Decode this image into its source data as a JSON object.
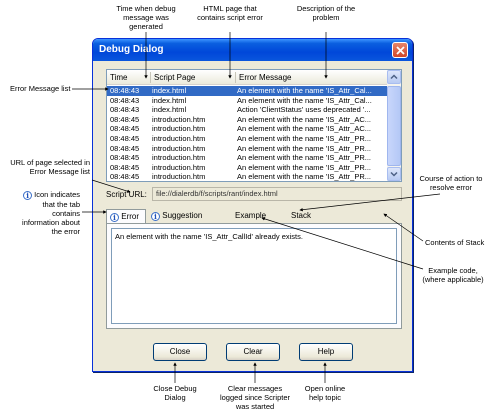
{
  "annotations": {
    "time": "Time when debug message was generated",
    "page": "HTML page that contains script error",
    "desc": "Description of the problem",
    "error_list": "Error Message list",
    "url": "URL of page selected in Error Message list",
    "icon": "Icon indicates that the tab contains information about the error",
    "course": "Course of action to resolve error",
    "stack": "Contents of Stack",
    "example": "Example code, (where applicable)",
    "close": "Close Debug Dialog",
    "clear": "Clear messages logged since Scripter was started",
    "help": "Open online help topic"
  },
  "dialog": {
    "title": "Debug Dialog",
    "columns": [
      "Time",
      "Script Page",
      "Error Message"
    ],
    "rows": [
      [
        "08:48:43",
        "index.html",
        "An element with the name 'IS_Attr_Cal..."
      ],
      [
        "08:48:43",
        "index.html",
        "An element with the name 'IS_Attr_Cal..."
      ],
      [
        "08:48:43",
        "index.html",
        "Action 'ClientStatus' uses deprecated '..."
      ],
      [
        "08:48:45",
        "introduction.htm",
        "An element with the name 'IS_Attr_AC..."
      ],
      [
        "08:48:45",
        "introduction.htm",
        "An element with the name 'IS_Attr_AC..."
      ],
      [
        "08:48:45",
        "introduction.htm",
        "An element with the name 'IS_Attr_PR..."
      ],
      [
        "08:48:45",
        "introduction.htm",
        "An element with the name 'IS_Attr_PR..."
      ],
      [
        "08:48:45",
        "introduction.htm",
        "An element with the name 'IS_Attr_PR..."
      ],
      [
        "08:48:45",
        "introduction.htm",
        "An element with the name 'IS_Attr_PR..."
      ],
      [
        "08:48:45",
        "introduction.htm",
        "An element with the name 'IS_Attr_PR..."
      ]
    ],
    "selected_row": 0,
    "url_label": "Script URL:",
    "url_value": "file://dialerdb/f/scripts/rant/index.html",
    "tabs": [
      "Error",
      "Suggestion",
      "Example",
      "Stack"
    ],
    "active_tab": "Error",
    "error_text": "An element with the name 'IS_Attr_CallId' already exists.",
    "buttons": {
      "close": "Close",
      "clear": "Clear",
      "help": "Help"
    }
  },
  "colors": {
    "title_bar": "#0047d9",
    "selection": "#316ac5",
    "dialog_bg": "#ece9d8"
  }
}
